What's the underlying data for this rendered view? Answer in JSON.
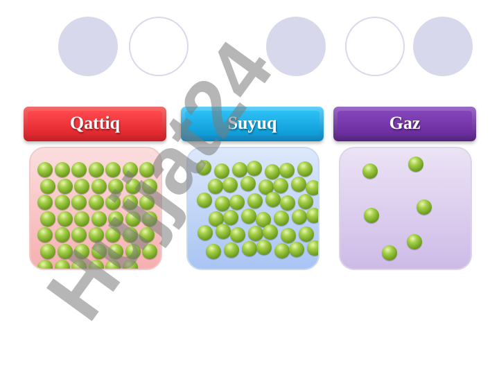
{
  "states": [
    {
      "key": "solid",
      "label": "Qattiq"
    },
    {
      "key": "liquid",
      "label": "Suyuq"
    },
    {
      "key": "gas",
      "label": "Gaz"
    }
  ],
  "particle_counts": {
    "solid": 48,
    "liquid": 42,
    "gas": 6
  },
  "colors": {
    "solid_header": "#e8323a",
    "liquid_header": "#12a4e0",
    "gas_header": "#6e2e9e",
    "particle": "#8cc63f",
    "decor_circle": "#d8d8ec"
  },
  "watermark": {
    "text": "Hujjat24"
  }
}
